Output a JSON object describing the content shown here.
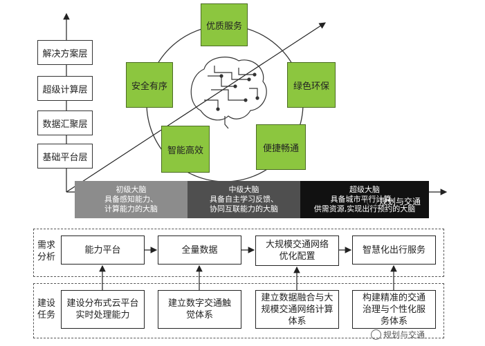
{
  "layers": [
    "解决方案层",
    "超级计算层",
    "数据汇聚层",
    "基础平台层"
  ],
  "features": {
    "top": "优质服务",
    "left": "安全有序",
    "right": "绿色环保",
    "bottom_left": "智能高效",
    "bottom_right": "便捷畅通"
  },
  "stages": [
    {
      "title": "初级大脑",
      "line1": "具备感知能力、",
      "line2": "计算能力的大脑"
    },
    {
      "title": "中级大脑",
      "line1": "具备自主学习反馈、",
      "line2": "协同互联能力的大脑"
    },
    {
      "title": "超级大脑",
      "line1": "具备城市平行计算、",
      "line2": "供需资源,实现出行预约的大脑"
    }
  ],
  "demand": {
    "label": [
      "需求",
      "分析"
    ],
    "items": [
      "能力平台",
      "全量数据",
      "大规模交通网络优化配置",
      "智慧化出行服务"
    ]
  },
  "tasks": {
    "label": [
      "建设",
      "任务"
    ],
    "items": [
      "建设分布式云平台实时处理能力",
      "建立数字交通触觉体系",
      "建立数据融合与大规模交通网络计算体系",
      "构建精准的交通治理与个性化服务体系"
    ]
  },
  "watermark": "规划与交通"
}
